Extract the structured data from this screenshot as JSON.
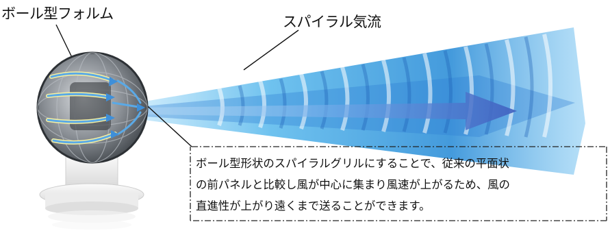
{
  "labels": {
    "ball_form": "ボール型フォルム",
    "spiral_airflow": "スパイラル気流"
  },
  "callout": {
    "lines": [
      "ボール型形状のスパイラルグリルにすることで、従来の平面状",
      "の前パネルと比較し風が中心に集まり風速が上がるため、風の",
      "直進性が上がり遠くまで送ることができます。"
    ]
  }
}
